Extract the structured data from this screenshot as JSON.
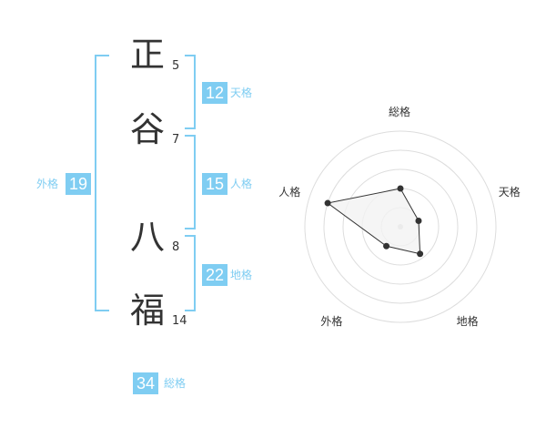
{
  "name": [
    {
      "char": "正",
      "strokes": "5"
    },
    {
      "char": "谷",
      "strokes": "7"
    },
    {
      "char": "八",
      "strokes": "8"
    },
    {
      "char": "福",
      "strokes": "14"
    }
  ],
  "kakusu": {
    "tenkaku": {
      "value": "12",
      "label": "天格"
    },
    "jinkaku": {
      "value": "15",
      "label": "人格"
    },
    "chikaku": {
      "value": "22",
      "label": "地格"
    },
    "gaikaku": {
      "value": "19",
      "label": "外格"
    },
    "soukaku": {
      "value": "34",
      "label": "総格"
    }
  },
  "chart_data": {
    "type": "radar",
    "axes": [
      "総格",
      "天格",
      "地格",
      "外格",
      "人格"
    ],
    "values": [
      0.4,
      0.2,
      0.35,
      0.25,
      0.8
    ],
    "rings": 5,
    "colors": {
      "fill": "#f2f2f2",
      "line": "#333333",
      "ring": "#dddddd",
      "center": "#cccccc"
    }
  }
}
